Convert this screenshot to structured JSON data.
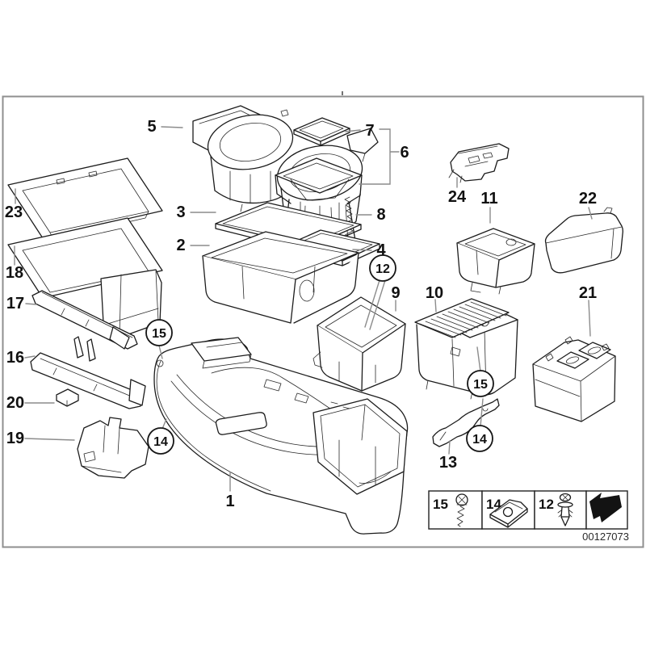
{
  "diagram": {
    "doc_number": "00127073",
    "callouts": {
      "1": "1",
      "2": "2",
      "3": "3",
      "4": "4",
      "5": "5",
      "6": "6",
      "7": "7",
      "8": "8",
      "9": "9",
      "10": "10",
      "11": "11",
      "12": "12",
      "13": "13",
      "14": "14",
      "15": "15",
      "16": "16",
      "17": "17",
      "18": "18",
      "19": "19",
      "20": "20",
      "21": "21",
      "22": "22",
      "23": "23",
      "24": "24"
    },
    "legend": {
      "items": [
        {
          "number": "15",
          "icon": "screw-icon"
        },
        {
          "number": "14",
          "icon": "clip-nut-icon"
        },
        {
          "number": "12",
          "icon": "expanding-rivet-icon"
        },
        {
          "number": "",
          "icon": "direction-arrow-icon"
        }
      ]
    }
  }
}
